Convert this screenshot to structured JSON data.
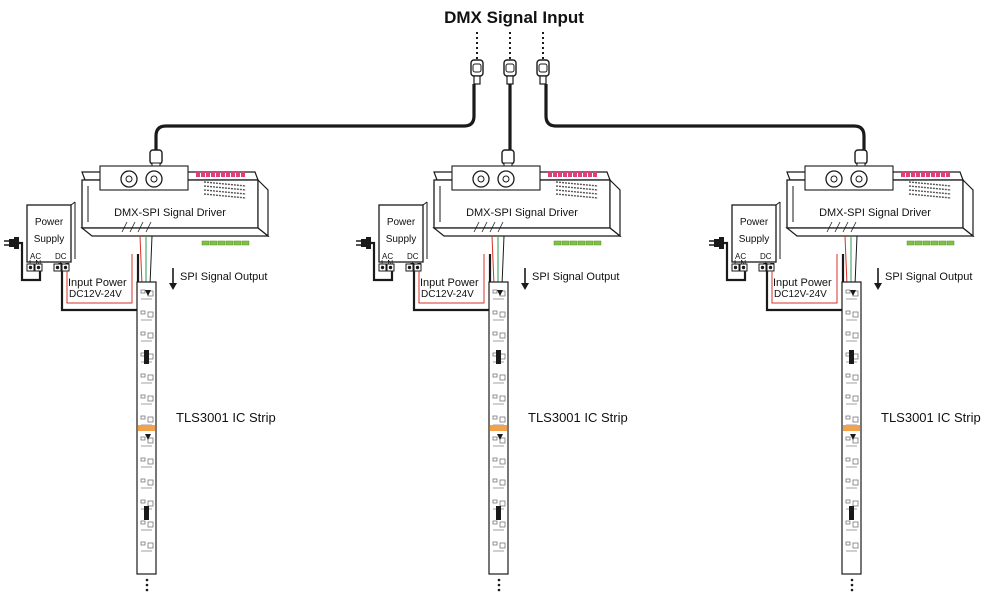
{
  "title": "DMX Signal Input",
  "units": [
    {
      "driver_label": "DMX-SPI Signal Driver",
      "power_supply_label": [
        "Power",
        "Supply"
      ],
      "ac_label": "AC",
      "ac_terms": "L N",
      "dc_label": "DC",
      "dc_terms": "+ −",
      "input_power_label": "Input Power",
      "input_voltage": "DC12V-24V",
      "spi_output_label": "SPI Signal Output",
      "strip_label": "TLS3001 IC Strip"
    },
    {
      "driver_label": "DMX-SPI Signal Driver",
      "power_supply_label": [
        "Power",
        "Supply"
      ],
      "ac_label": "AC",
      "ac_terms": "L N",
      "dc_label": "DC",
      "dc_terms": "+ −",
      "input_power_label": "Input Power",
      "input_voltage": "DC12V-24V",
      "spi_output_label": "SPI Signal Output",
      "strip_label": "TLS3001 IC Strip"
    },
    {
      "driver_label": "DMX-SPI Signal Driver",
      "power_supply_label": [
        "Power",
        "Supply"
      ],
      "ac_label": "AC",
      "ac_terms": "L N",
      "dc_label": "DC",
      "dc_terms": "+ −",
      "input_power_label": "Input Power",
      "input_voltage": "DC12V-24V",
      "spi_output_label": "SPI Signal Output",
      "strip_label": "TLS3001 IC Strip"
    }
  ],
  "colors": {
    "line": "#1a1a1a",
    "dip_switch": "#e0407a",
    "terminal_green": "#7dc242",
    "wire_red": "#d8302a",
    "wire_green": "#2e9a4a",
    "led_orange": "#f2a24a"
  }
}
